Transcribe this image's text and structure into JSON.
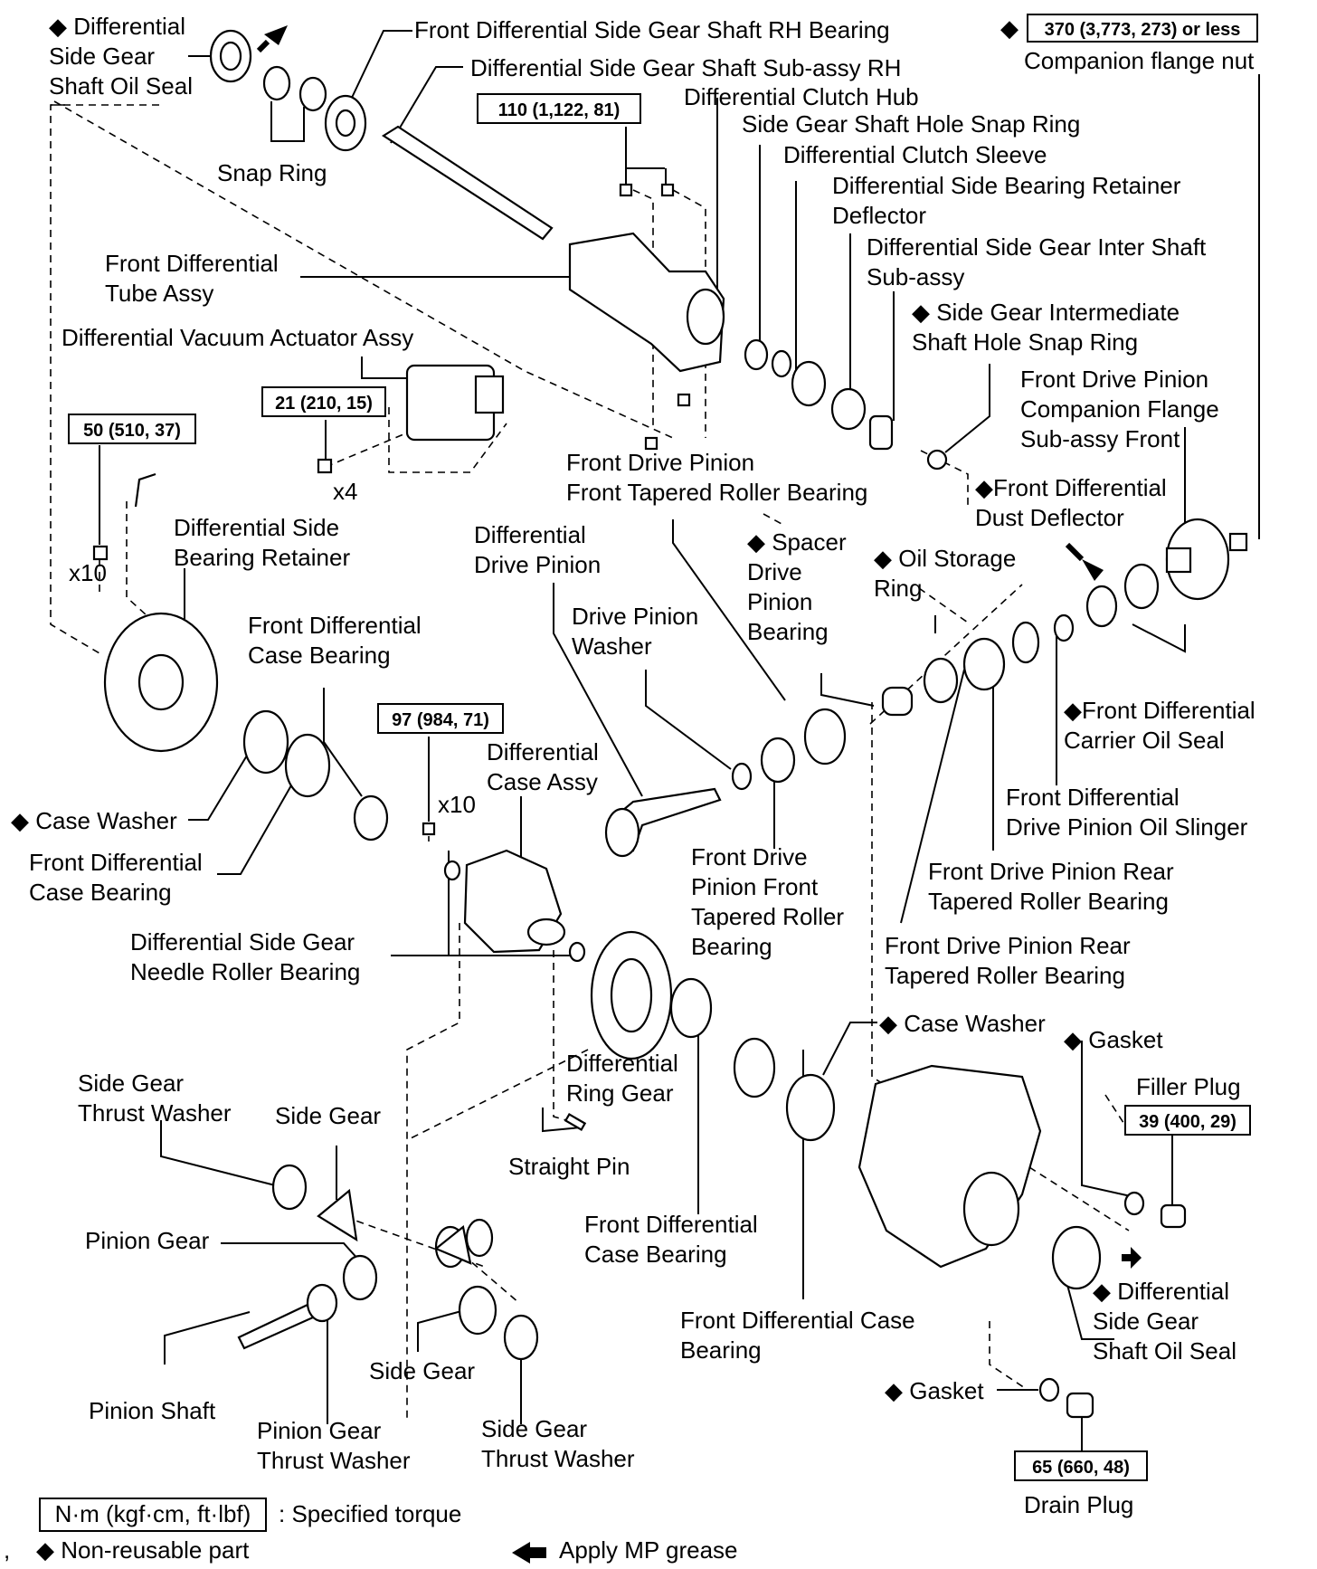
{
  "labels": {
    "diff_side_gear_shaft_oil_seal_top": [
      "◆ Differential",
      "Side Gear",
      "Shaft Oil Seal"
    ],
    "snap_ring": [
      "Snap Ring"
    ],
    "front_diff_side_gear_shaft_rh_bearing": [
      "Front Differential Side Gear Shaft RH Bearing"
    ],
    "diff_side_gear_shaft_subassy_rh": [
      "Differential Side Gear Shaft Sub-assy RH"
    ],
    "companion_flange_nut": [
      "Companion flange nut"
    ],
    "diff_clutch_hub": [
      "Differential Clutch Hub"
    ],
    "side_gear_shaft_hole_snap_ring": [
      "Side Gear Shaft Hole Snap Ring"
    ],
    "diff_clutch_sleeve": [
      "Differential Clutch Sleeve"
    ],
    "diff_side_bearing_retainer_deflector": [
      "Differential Side Bearing Retainer",
      "Deflector"
    ],
    "diff_side_gear_inter_shaft_subassy": [
      "Differential Side Gear Inter Shaft",
      "Sub-assy"
    ],
    "side_gear_intermediate_shaft_hole_snap_ring": [
      "◆ Side Gear Intermediate",
      "Shaft Hole Snap Ring"
    ],
    "front_drive_pinion_companion_flange": [
      "Front Drive Pinion",
      "Companion Flange",
      "Sub-assy  Front"
    ],
    "front_diff_tube_assy": [
      "Front Differential",
      "Tube Assy"
    ],
    "diff_vacuum_actuator_assy": [
      "Differential Vacuum Actuator Assy"
    ],
    "front_drive_pinion_front_tapered_roller_bearing_top": [
      "Front Drive Pinion",
      "Front Tapered Roller Bearing"
    ],
    "front_diff_dust_deflector": [
      "◆Front Differential",
      "Dust Deflector"
    ],
    "diff_side_bearing_retainer": [
      "Differential Side",
      "Bearing Retainer"
    ],
    "diff_drive_pinion": [
      "Differential",
      "Drive Pinion"
    ],
    "spacer_drive_pinion_bearing": [
      "◆ Spacer",
      "Drive",
      "Pinion",
      "Bearing"
    ],
    "oil_storage_ring": [
      "◆ Oil Storage",
      "Ring"
    ],
    "front_diff_case_bearing_upper": [
      "Front Differential",
      "Case Bearing"
    ],
    "drive_pinion_washer": [
      "Drive Pinion",
      "Washer"
    ],
    "front_diff_carrier_oil_seal": [
      "◆Front Differential",
      "Carrier Oil Seal"
    ],
    "diff_case_assy": [
      "Differential",
      "Case Assy"
    ],
    "front_diff_drive_pinion_oil_slinger": [
      "Front Differential",
      "Drive Pinion Oil Slinger"
    ],
    "case_washer_left": [
      "◆ Case Washer"
    ],
    "front_diff_case_bearing_left": [
      "Front Differential",
      "Case Bearing"
    ],
    "front_drive_pinion_front_tapered_roller_bearing_mid": [
      "Front Drive",
      "Pinion Front",
      "Tapered Roller",
      "Bearing"
    ],
    "front_drive_pinion_rear_tapered_roller_bearing_1": [
      "Front Drive Pinion Rear",
      "Tapered Roller Bearing"
    ],
    "front_drive_pinion_rear_tapered_roller_bearing_2": [
      "Front Drive Pinion Rear",
      "Tapered Roller Bearing"
    ],
    "diff_side_gear_needle_roller_bearing": [
      "Differential Side Gear",
      "Needle Roller Bearing"
    ],
    "case_washer_right": [
      "◆ Case Washer"
    ],
    "gasket_filler": [
      "◆ Gasket"
    ],
    "diff_ring_gear": [
      "Differential",
      "Ring Gear"
    ],
    "filler_plug": [
      "Filler Plug"
    ],
    "side_gear_thrust_washer_left": [
      "Side Gear",
      "Thrust Washer"
    ],
    "side_gear_upper": [
      "Side Gear"
    ],
    "straight_pin": [
      "Straight Pin"
    ],
    "front_diff_case_bearing_center": [
      "Front Differential",
      "Case Bearing"
    ],
    "pinion_gear": [
      "Pinion Gear"
    ],
    "diff_side_gear_shaft_oil_seal_bottom": [
      "◆ Differential",
      "Side Gear",
      "Shaft Oil Seal"
    ],
    "front_diff_case_bearing_bottom": [
      "Front Differential Case",
      "Bearing"
    ],
    "side_gear_lower": [
      "Side Gear"
    ],
    "gasket_drain": [
      "◆ Gasket"
    ],
    "pinion_shaft": [
      "Pinion Shaft"
    ],
    "pinion_gear_thrust_washer": [
      "Pinion Gear",
      "Thrust Washer"
    ],
    "side_gear_thrust_washer_right": [
      "Side Gear",
      "Thrust Washer"
    ],
    "drain_plug": [
      "Drain Plug"
    ]
  },
  "torques": {
    "companion_flange_nut": "370 (3,773, 273) or less",
    "tube_bolts": "110 (1,122, 81)",
    "actuator_bolts": "21 (210, 15)",
    "retainer_bolts": "50 (510, 37)",
    "ring_gear_bolts": "97 (984, 71)",
    "filler_plug": "39 (400, 29)",
    "drain_plug": "65 (660,  48)"
  },
  "torque_prefix_companion": "◆",
  "quantities": {
    "actuator_bolts": "x4",
    "retainer_bolts": "x10",
    "ring_gear_bolts": "x10"
  },
  "legend": {
    "unit_box": "N·m (kgf·cm, ft·lbf)",
    "unit_desc": ": Specified torque",
    "non_reusable": "◆ Non-reusable  part",
    "grease": "Apply MP grease"
  },
  "stray_mark": ","
}
